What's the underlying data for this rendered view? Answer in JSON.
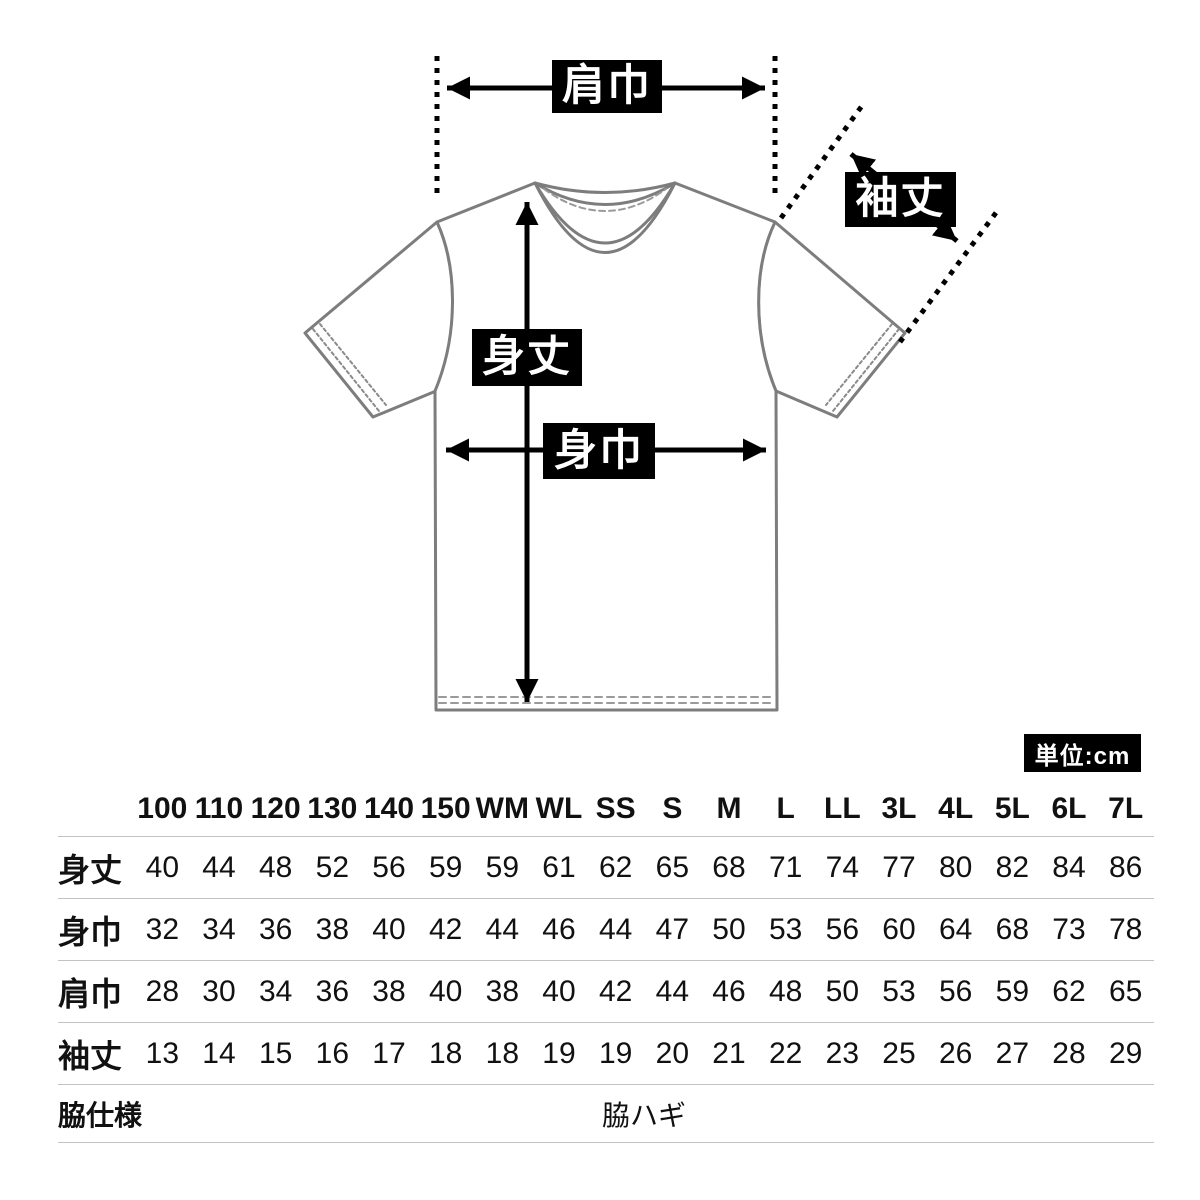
{
  "diagram": {
    "labels": {
      "shoulder_width": "肩巾",
      "sleeve_length": "袖丈",
      "body_length": "身丈",
      "body_width": "身巾"
    }
  },
  "unit_badge": {
    "text": "単位:cm"
  },
  "size_table": {
    "columns": [
      "100",
      "110",
      "120",
      "130",
      "140",
      "150",
      "WM",
      "WL",
      "SS",
      "S",
      "M",
      "L",
      "LL",
      "3L",
      "4L",
      "5L",
      "6L",
      "7L"
    ],
    "rows": [
      {
        "label": "身丈",
        "values": [
          40,
          44,
          48,
          52,
          56,
          59,
          59,
          61,
          62,
          65,
          68,
          71,
          74,
          77,
          80,
          82,
          84,
          86
        ]
      },
      {
        "label": "身巾",
        "values": [
          32,
          34,
          36,
          38,
          40,
          42,
          44,
          46,
          44,
          47,
          50,
          53,
          56,
          60,
          64,
          68,
          73,
          78
        ]
      },
      {
        "label": "肩巾",
        "values": [
          28,
          30,
          34,
          36,
          38,
          40,
          38,
          40,
          42,
          44,
          46,
          48,
          50,
          53,
          56,
          59,
          62,
          65
        ]
      },
      {
        "label": "袖丈",
        "values": [
          13,
          14,
          15,
          16,
          17,
          18,
          18,
          19,
          19,
          20,
          21,
          22,
          23,
          25,
          26,
          27,
          28,
          29
        ]
      }
    ],
    "footer_row": {
      "label": "脇仕様",
      "value": "脇ハギ"
    }
  },
  "colors": {
    "accent": "#000000",
    "label_text": "#ffffff",
    "outline_gray": "#7d7d7d",
    "stitch_gray": "#9a9a9a",
    "separator": "#c3c3c3",
    "text": "#111111",
    "background": "#ffffff"
  }
}
